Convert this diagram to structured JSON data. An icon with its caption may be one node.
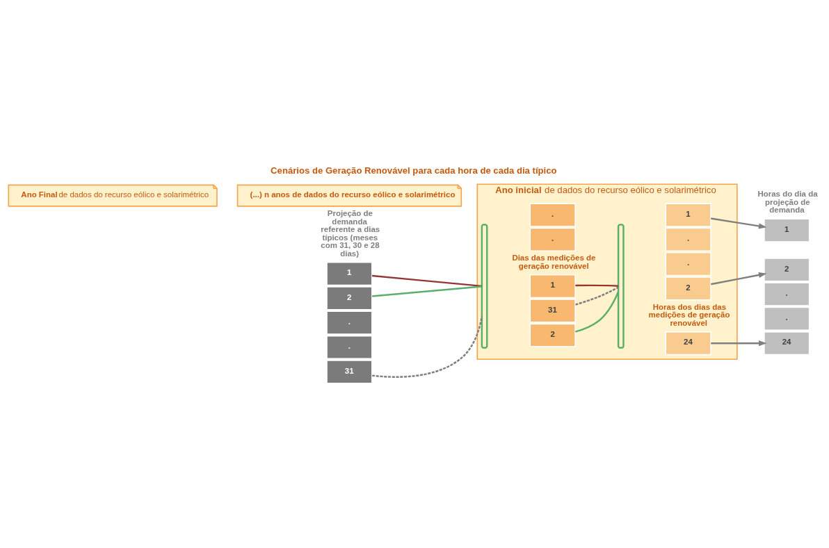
{
  "diagram": {
    "title": "Cenários de Geração Renovável para cada hora de cada dia típico",
    "nodes": [
      {
        "text": [
          "**Ano Final** de dados do recurso eólico e solarimétrico"
        ]
      },
      {
        "text": [
          "(...) n anos de dados do recurso eólico e solarimétrico"
        ]
      },
      {
        "text": [
          "**Ano inicial** de dados do recurso eólico e solarimétrico"
        ]
      },
      {
        "text": [
          "1"
        ]
      },
      {
        "text": [
          "2"
        ]
      },
      {
        "text": [
          "."
        ]
      },
      {
        "text": [
          "."
        ]
      },
      {
        "text": [
          "31"
        ]
      },
      {
        "text": [],
        "shape": "bracket",
        "in": 2
      },
      {
        "text": [
          "1"
        ],
        "in": 2
      },
      {
        "text": [
          "2"
        ],
        "in": 2
      },
      {
        "text": [
          "."
        ],
        "in": 2
      },
      {
        "text": [
          "."
        ],
        "in": 2
      },
      {
        "text": [
          "31"
        ],
        "in": 2
      },
      {
        "text": [],
        "shape": "bracket",
        "in": 2
      },
      {
        "text": [
          "1"
        ],
        "in": 2
      },
      {
        "text": [
          "2"
        ],
        "in": 2
      },
      {
        "text": [
          "."
        ],
        "in": 2
      },
      {
        "text": [
          "."
        ],
        "in": 2
      },
      {
        "text": [
          "24"
        ],
        "in": 2
      },
      {
        "text": [
          "1"
        ]
      },
      {
        "text": [
          "2"
        ]
      },
      {
        "text": [
          "."
        ]
      },
      {
        "text": [
          "."
        ]
      },
      {
        "text": [
          "24"
        ]
      }
    ],
    "edges": [
      {
        "from": 3,
        "to": 8,
        "arrow": "none",
        "color": "#943634"
      },
      {
        "from": 4,
        "to": 8,
        "arrow": "none",
        "color": "#5cae6a"
      },
      {
        "from": 7,
        "to": 8,
        "arrow": "none",
        "style": "dashed"
      },
      {
        "from": 9,
        "to": 14,
        "arrow": "none",
        "color": "#943634"
      },
      {
        "from": 10,
        "to": 14,
        "arrow": "none",
        "color": "#5cae6a"
      },
      {
        "from": 13,
        "to": 14,
        "arrow": "none",
        "style": "dashed"
      },
      {
        "from": 15,
        "to": 20,
        "arrow": "to"
      },
      {
        "from": 16,
        "to": 21,
        "arrow": "to"
      },
      {
        "from": 19,
        "to": 24,
        "arrow": "to"
      }
    ],
    "labels": [
      "Projeção de demanda referente a dias típicos (meses com 31, 30 e 28 dias)",
      "Horas do dia da projeção de demanda",
      "Dias das medições de geração renovável",
      "Horas dos dias das medições de geração renovável"
    ]
  }
}
